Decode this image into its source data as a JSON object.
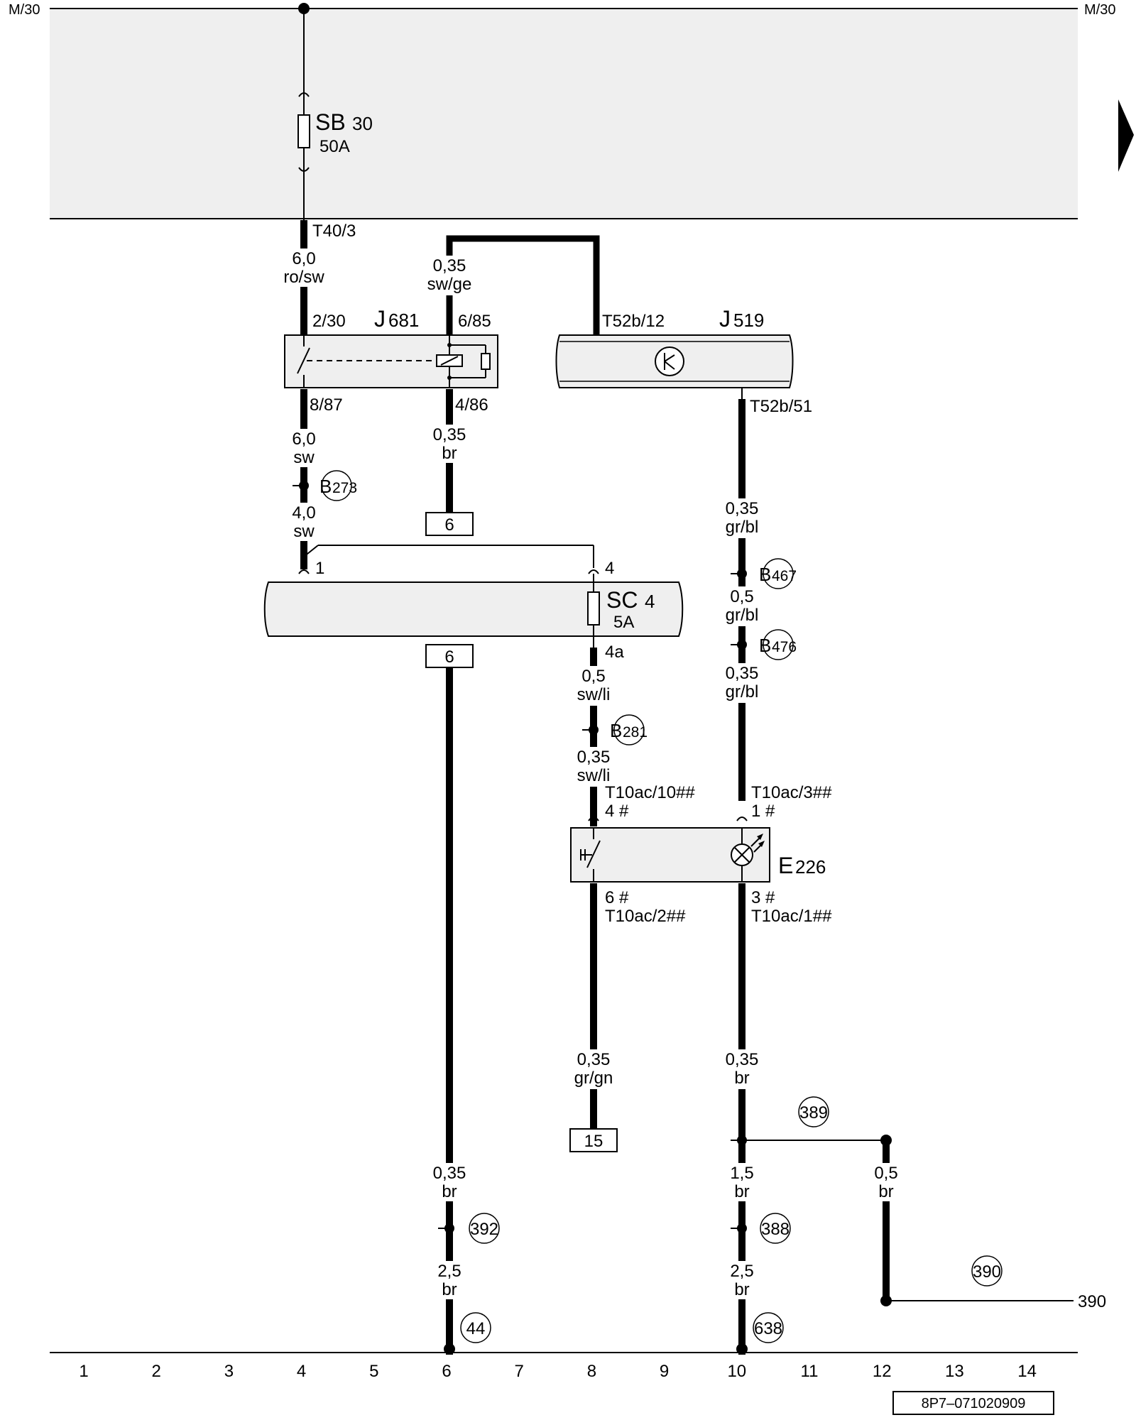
{
  "rails": {
    "top_left": "M/30",
    "top_right": "M/30"
  },
  "components": {
    "sb": {
      "name": "SB",
      "num": "30",
      "rating": "50A"
    },
    "j681": {
      "name": "J",
      "num": "681"
    },
    "j519": {
      "name": "J",
      "num": "519"
    },
    "sc": {
      "name": "SC",
      "num": "4",
      "rating": "5A"
    },
    "e226": {
      "name": "E",
      "num": "226"
    }
  },
  "pins": {
    "t40_3": "T40/3",
    "p2_30": "2/30",
    "p6_85": "6/85",
    "p8_87": "8/87",
    "p4_86": "4/86",
    "t52b_12": "T52b/12",
    "t52b_51": "T52b/51",
    "sc_1": "1",
    "sc_4": "4",
    "sc_4a": "4a",
    "t10ac_10": "T10ac/10##",
    "e_4": "4 #",
    "t10ac_3": "T10ac/3##",
    "e_1": "1 #",
    "e_6": "6 #",
    "t10ac_2": "T10ac/2##",
    "e_3": "3 #",
    "t10ac_1": "T10ac/1##"
  },
  "wires": {
    "w1": {
      "size": "6,0",
      "color": "ro/sw"
    },
    "w2": {
      "size": "0,35",
      "color": "sw/ge"
    },
    "w3": {
      "size": "6,0",
      "color": "sw"
    },
    "w4": {
      "size": "4,0",
      "color": "sw"
    },
    "w5": {
      "size": "0,35",
      "color": "br"
    },
    "w6": {
      "size": "0,35",
      "color": "gr/bl"
    },
    "w7": {
      "size": "0,5",
      "color": "gr/bl"
    },
    "w8": {
      "size": "0,35",
      "color": "gr/bl"
    },
    "w9": {
      "size": "0,5",
      "color": "sw/li"
    },
    "w10": {
      "size": "0,35",
      "color": "sw/li"
    },
    "w11": {
      "size": "0,35",
      "color": "gr/gn"
    },
    "w12": {
      "size": "0,35",
      "color": "br"
    },
    "w13": {
      "size": "0,35",
      "color": "br"
    },
    "w14": {
      "size": "2,5",
      "color": "br"
    },
    "w15": {
      "size": "1,5",
      "color": "br"
    },
    "w16": {
      "size": "2,5",
      "color": "br"
    },
    "w17": {
      "size": "0,5",
      "color": "br"
    }
  },
  "connectors": {
    "b273": {
      "letter": "B",
      "num": "273"
    },
    "b467": {
      "letter": "B",
      "num": "467"
    },
    "b476": {
      "letter": "B",
      "num": "476"
    },
    "b281": {
      "letter": "B",
      "num": "281"
    }
  },
  "refs": {
    "box6_upper": "6",
    "box6_lower": "6",
    "box15": "15",
    "r389": "389",
    "r388": "388",
    "r390": "390",
    "r392": "392",
    "r44": "44",
    "r638": "638",
    "ext390": "390"
  },
  "ruler": [
    "1",
    "2",
    "3",
    "4",
    "5",
    "6",
    "7",
    "8",
    "9",
    "10",
    "11",
    "12",
    "13",
    "14"
  ],
  "doc_id": "8P7–071020909"
}
